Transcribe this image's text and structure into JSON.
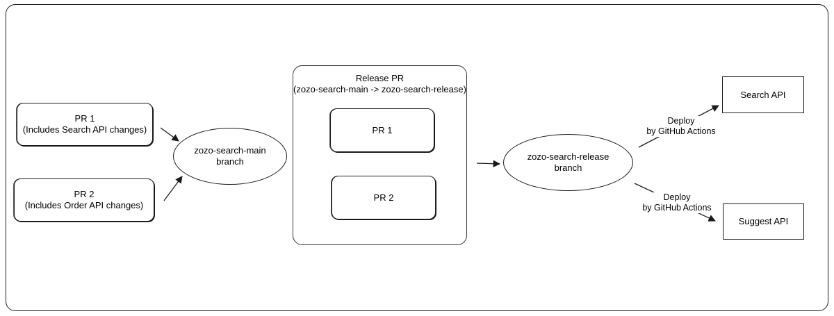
{
  "pr1_card": {
    "title": "PR 1",
    "subtitle": "(Includes Search API changes)"
  },
  "pr2_card": {
    "title": "PR 2",
    "subtitle": "(Includes Order API changes)"
  },
  "main_branch": {
    "line1": "zozo-search-main",
    "line2": "branch"
  },
  "release_pr": {
    "title": "Release PR",
    "subtitle": "(zozo-search-main -> zozo-search-release)",
    "items": [
      "PR 1",
      "PR 2"
    ]
  },
  "release_branch": {
    "line1": "zozo-search-release",
    "line2": "branch"
  },
  "deploy_top": {
    "line1": "Deploy",
    "line2": "by GitHub Actions"
  },
  "deploy_bottom": {
    "line1": "Deploy",
    "line2": "by GitHub Actions"
  },
  "targets": {
    "search_api": "Search API",
    "suggest_api": "Suggest API"
  }
}
